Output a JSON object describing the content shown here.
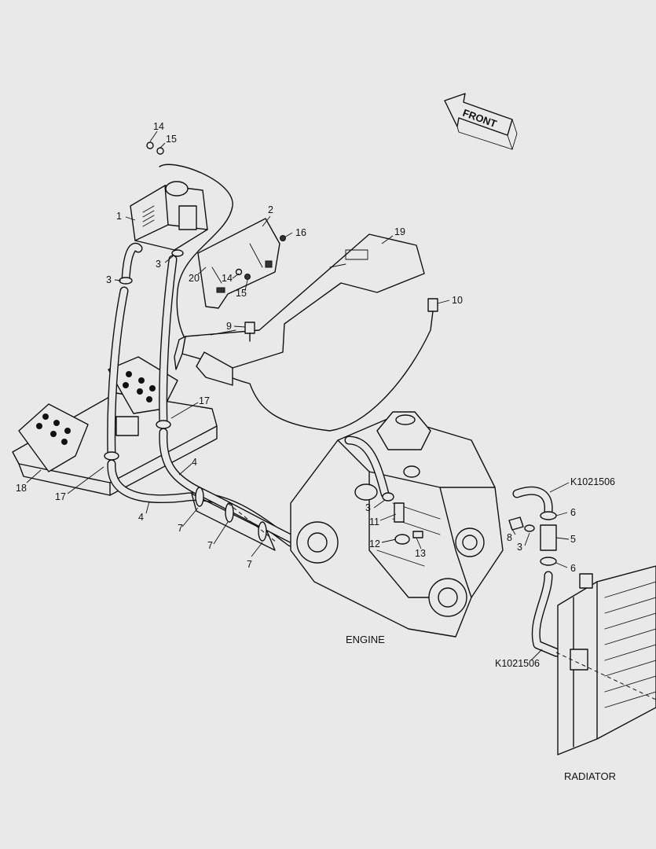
{
  "front_arrow": {
    "text": "FRONT"
  },
  "captions": {
    "engine": "ENGINE",
    "radiator": "RADIATOR"
  },
  "callouts": [
    {
      "id": "c14a",
      "text": "14"
    },
    {
      "id": "c15a",
      "text": "15"
    },
    {
      "id": "c1",
      "text": "1"
    },
    {
      "id": "c2",
      "text": "2"
    },
    {
      "id": "c16",
      "text": "16"
    },
    {
      "id": "c19",
      "text": "19"
    },
    {
      "id": "c3a",
      "text": "3"
    },
    {
      "id": "c3b",
      "text": "3"
    },
    {
      "id": "c20",
      "text": "20"
    },
    {
      "id": "c14b",
      "text": "14"
    },
    {
      "id": "c15b",
      "text": "15"
    },
    {
      "id": "c10",
      "text": "10"
    },
    {
      "id": "c9",
      "text": "9"
    },
    {
      "id": "c17a",
      "text": "17"
    },
    {
      "id": "c18",
      "text": "18"
    },
    {
      "id": "c17b",
      "text": "17"
    },
    {
      "id": "c4a",
      "text": "4"
    },
    {
      "id": "c4b",
      "text": "4"
    },
    {
      "id": "c7a",
      "text": "7"
    },
    {
      "id": "c7b",
      "text": "7"
    },
    {
      "id": "c7c",
      "text": "7"
    },
    {
      "id": "c3c",
      "text": "3"
    },
    {
      "id": "c11",
      "text": "11"
    },
    {
      "id": "c12",
      "text": "12"
    },
    {
      "id": "c13",
      "text": "13"
    },
    {
      "id": "ck1",
      "text": "K1021506"
    },
    {
      "id": "c6a",
      "text": "6"
    },
    {
      "id": "c8",
      "text": "8"
    },
    {
      "id": "c3d",
      "text": "3"
    },
    {
      "id": "c5",
      "text": "5"
    },
    {
      "id": "c6b",
      "text": "6"
    },
    {
      "id": "ck2",
      "text": "K1021506"
    }
  ]
}
